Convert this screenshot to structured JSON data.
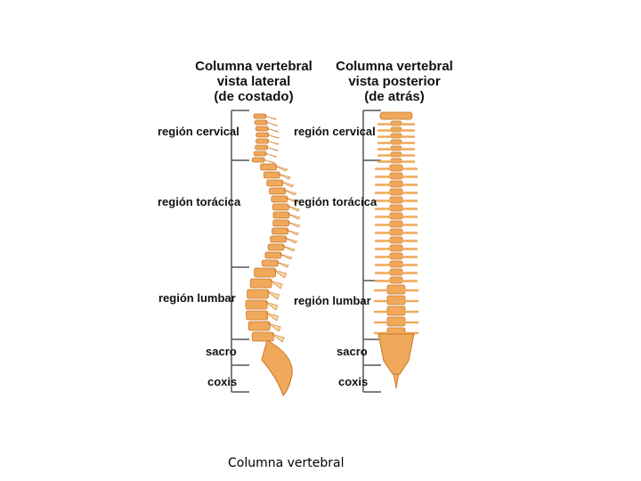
{
  "diagram": {
    "lateral": {
      "title_lines": [
        "Columna vertebral",
        "vista lateral",
        "(de costado)"
      ],
      "labels": [
        "región cervical",
        "región torácica",
        "región lumbar",
        "sacro",
        "coxis"
      ]
    },
    "posterior": {
      "title_lines": [
        "Columna vertebral",
        "vista posterior",
        "(de atrás)"
      ],
      "labels": [
        "región cervical",
        "región torácica",
        "región lumbar",
        "sacro",
        "coxis"
      ]
    },
    "colors": {
      "bone": "#f0a95a",
      "bone_dark": "#c9772d",
      "bone_light": "#fbd6a3",
      "bracket": "#555555"
    }
  },
  "caption": "Columna vertebral"
}
